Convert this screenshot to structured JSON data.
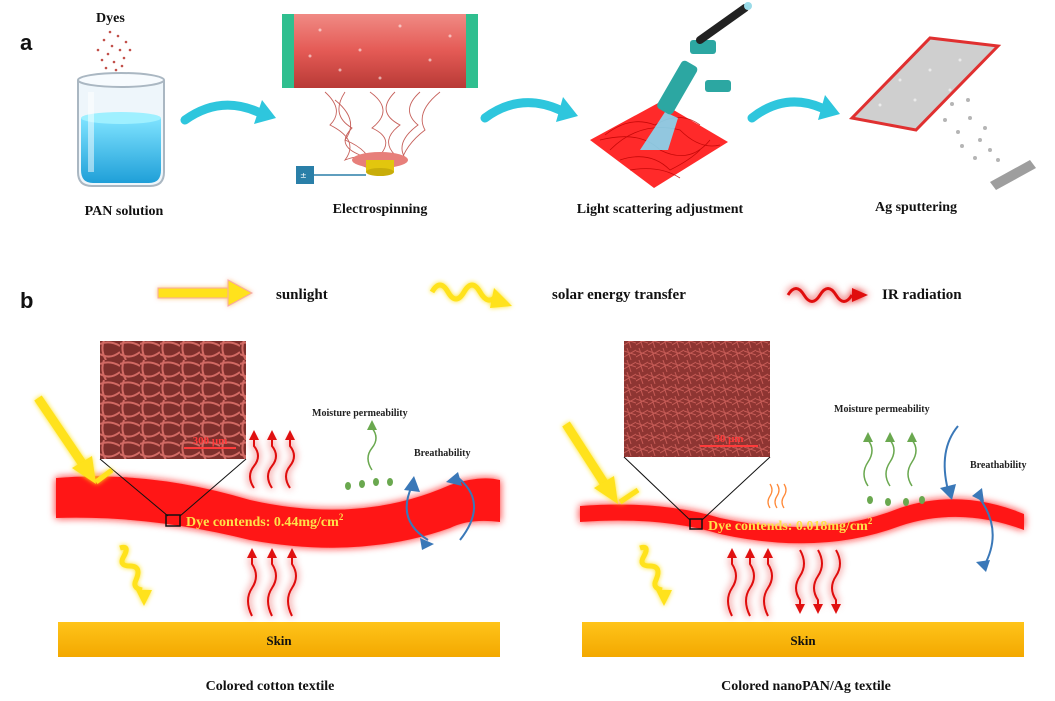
{
  "panel_a": {
    "letter": "a",
    "dyes_label": "Dyes",
    "steps": [
      "PAN solution",
      "Electrospinning",
      "Light scattering adjustment",
      "Ag sputtering"
    ]
  },
  "panel_b": {
    "letter": "b",
    "legend": {
      "sunlight": "sunlight",
      "solar_transfer": "solar energy transfer",
      "ir": "IR radiation"
    },
    "left": {
      "scale": "300 μm",
      "moisture": "Moisture permeability",
      "breath": "Breathability",
      "dye": "Dye contends: 0.44mg/cm",
      "dye_sup": "2",
      "skin": "Skin",
      "caption": "Colored cotton textile"
    },
    "right": {
      "scale": "30 μm",
      "moisture": "Moisture permeability",
      "breath": "Breathability",
      "dye": "Dye contends: 0.018mg/cm",
      "dye_sup": "2",
      "skin": "Skin",
      "caption": "Colored nanoPAN/Ag textile"
    }
  },
  "colors": {
    "arrow_cyan": "#2ec6dd",
    "fabric_red": "#ff1a1a",
    "sun_yellow": "#ffe21a",
    "skin": "#f6b800",
    "sem_bg": "#9a3c38",
    "moisture_green": "#6aa84f",
    "breath_blue": "#3a78b8"
  }
}
